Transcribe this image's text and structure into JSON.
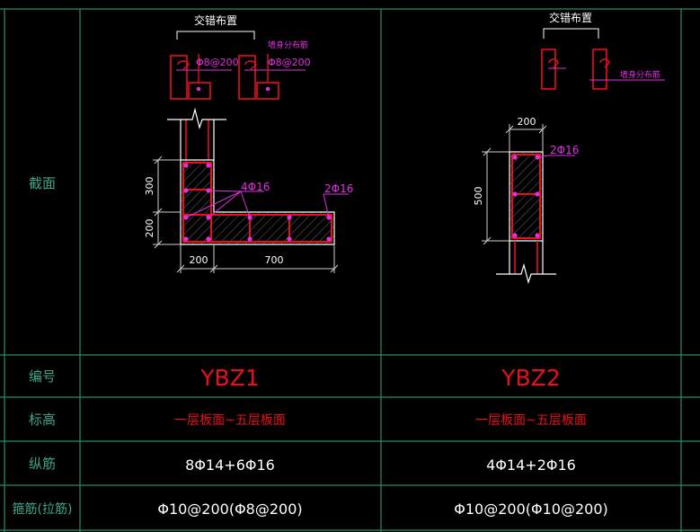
{
  "colors": {
    "background": "#000000",
    "grid": "#2e8b68",
    "rebar": "#e8101a",
    "annotation": "#e030e0",
    "dimension": "#cfcfcf",
    "label": "#3fa58c"
  },
  "row_labels": {
    "section": "截面",
    "id": "编号",
    "elevation": "标高",
    "longitudinal": "纵筋",
    "stirrup": "箍筋(拉筋)"
  },
  "columns": [
    {
      "id": "YBZ1",
      "elevation": "一层板面~五层板面",
      "longitudinal": "8Φ14+6Φ16",
      "stirrup": "Φ10@200(Φ8@200)",
      "detail": {
        "title": "交错布置",
        "spacing_a": "Φ8@200",
        "spacing_b": "Φ8@200",
        "wall_rebar": "墙身分布筋"
      },
      "callouts": {
        "corner_bars": "4Φ16",
        "end_bars": "2Φ16"
      },
      "dims": {
        "vertical_upper": "300",
        "vertical_lower": "200",
        "horizontal_left": "200",
        "horizontal_right": "700"
      }
    },
    {
      "id": "YBZ2",
      "elevation": "一层板面~五层板面",
      "longitudinal": "4Φ14+2Φ16",
      "stirrup": "Φ10@200(Φ10@200)",
      "detail": {
        "title": "交错布置",
        "wall_rebar": "墙身分布筋"
      },
      "callouts": {
        "end_bars": "2Φ16"
      },
      "dims": {
        "width": "200",
        "height": "500"
      }
    }
  ]
}
